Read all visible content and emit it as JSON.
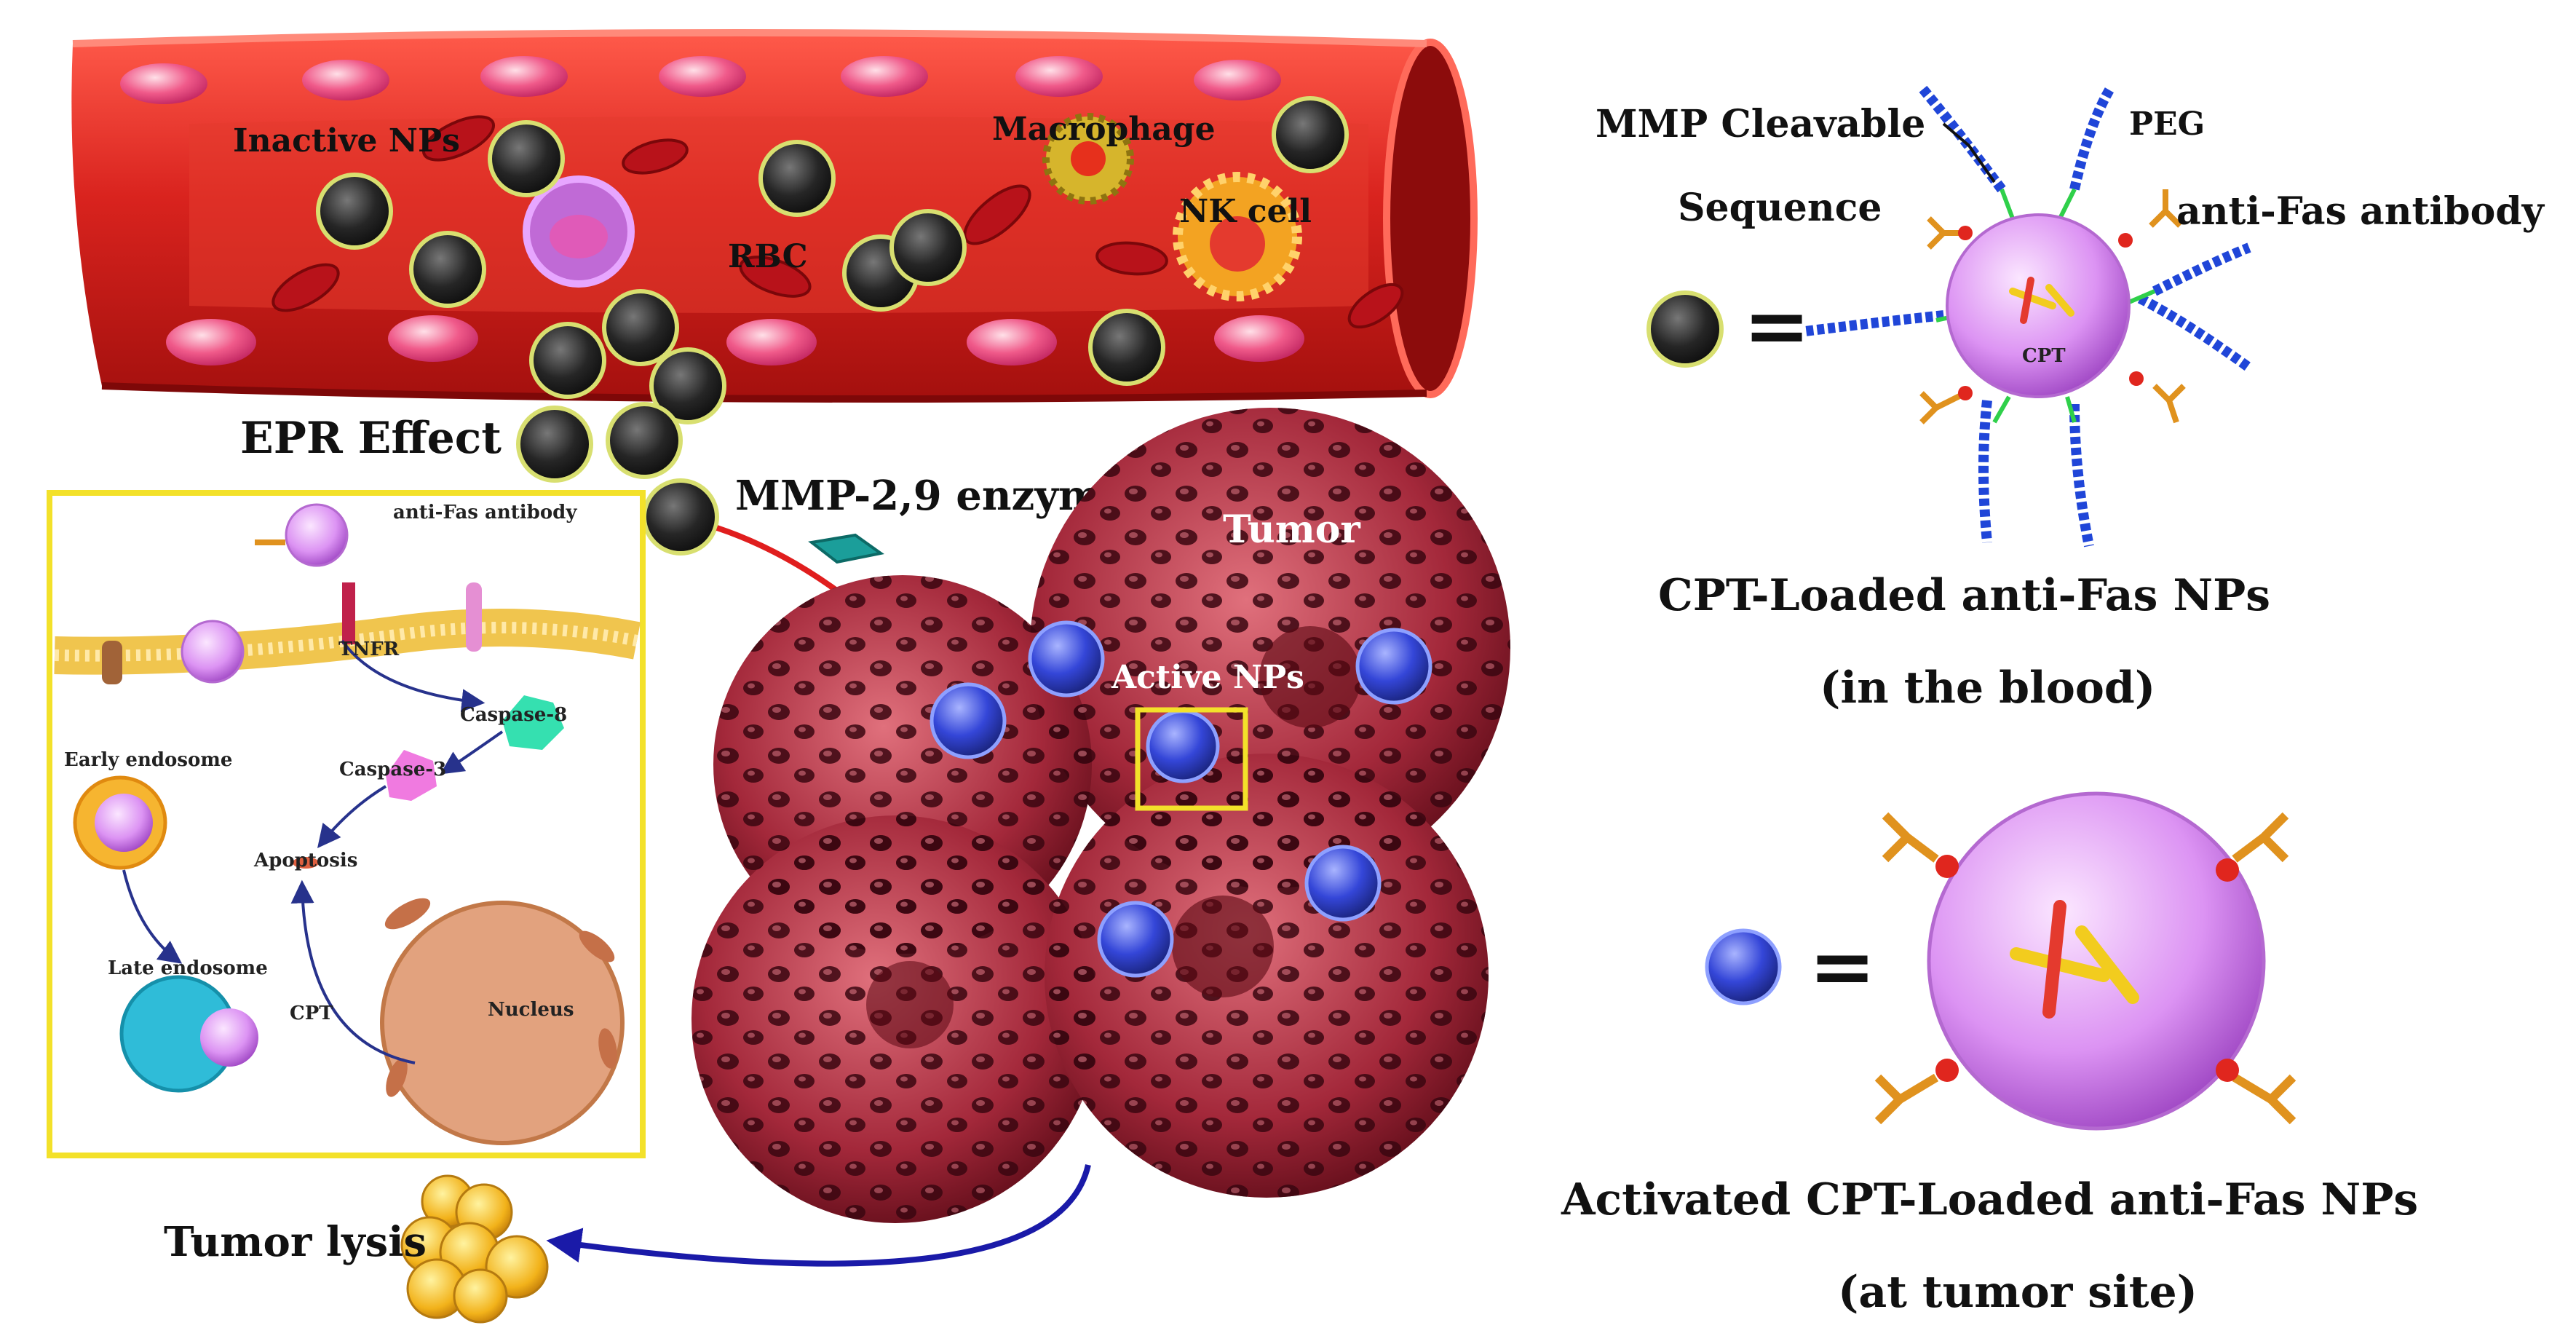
{
  "vessel": {
    "inactive_nps": "Inactive NPs",
    "rbc": "RBC",
    "macrophage": "Macrophage",
    "nk_cell": "NK cell"
  },
  "epr_effect": "EPR Effect",
  "mmp_enzyme": "MMP-2,9 enzyme",
  "tumor": "Tumor",
  "active_nps": "Active NPs",
  "tumor_lysis": "Tumor lysis",
  "inset": {
    "anti_fas": "anti-Fas antibody",
    "tnfr": "TNFR",
    "caspase8": "Caspase-8",
    "caspase3": "Caspase-3",
    "early_endosome": "Early endosome",
    "apoptosis": "Apoptosis",
    "late_endosome": "Late endosome",
    "cpt": "CPT",
    "nucleus": "Nucleus"
  },
  "blood_np": {
    "mmp_cleavable_1": "MMP Cleavable",
    "mmp_cleavable_2": "Sequence",
    "peg": "PEG",
    "anti_fas": "anti-Fas antibody",
    "core": "CPT",
    "equals": "=",
    "caption_1": "CPT-Loaded anti-Fas NPs",
    "caption_2": "(in the blood)"
  },
  "tumor_np": {
    "equals": "=",
    "caption_1": "Activated CPT-Loaded anti-Fas NPs",
    "caption_2": "(at tumor site)"
  },
  "colors": {
    "vessel": "#d9231e",
    "np_inactive": "#2b2b2b",
    "np_active": "#2f3fd8",
    "inset_border": "#f3e12a",
    "arrow_red": "#e01e1e",
    "arrow_blue": "#1a1aa8",
    "np_core": "#d98ff0",
    "peg": "#2046d8",
    "linker": "#2fd04a",
    "antibody": "#e0921e"
  }
}
